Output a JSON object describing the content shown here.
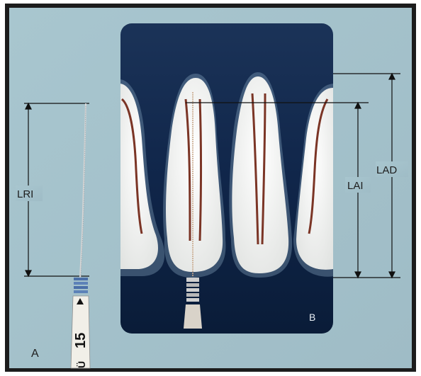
{
  "figure": {
    "panel_a_label": "A",
    "panel_b_label": "B",
    "measure_left_label": "LRI",
    "measure_inner_label": "LAI",
    "measure_outer_label": "LAD",
    "file_size_text": "15",
    "file_extra_text": "Ü"
  },
  "colors": {
    "background_blue": "#a5c3cc",
    "radiograph_dark": "#0f2445",
    "tooth_white": "#f4f4f2",
    "canal_brown": "#7b3526",
    "file_stop_blue": "#4b6fa8"
  }
}
